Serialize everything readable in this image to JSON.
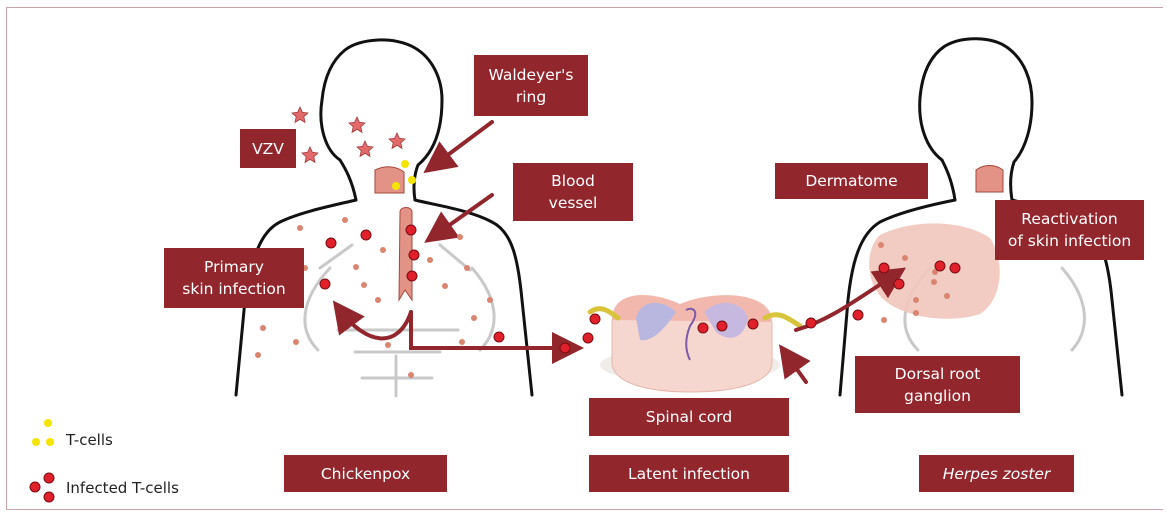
{
  "labels": {
    "waldeyers_ring": "Waldeyer's\nring",
    "vzv": "VZV",
    "blood_vessel": "Blood\nvessel",
    "dermatome": "Dermatome",
    "primary_skin_infection": "Primary\nskin infection",
    "reactivation": "Reactivation\nof skin infection",
    "dorsal_root_ganglion": "Dorsal root\nganglion",
    "spinal_cord": "Spinal cord",
    "chickenpox": "Chickenpox",
    "latent_infection": "Latent infection",
    "herpes_zoster": "Herpes zoster"
  },
  "legend": {
    "t_cells": "T-cells",
    "infected_t_cells": "Infected T-cells"
  },
  "colors": {
    "label_bg": "#92262d",
    "arrow": "#92262d",
    "t_cell": "#f4e500",
    "infected_t_cell": "#e0202a",
    "faint_cell": "#d9856f",
    "virus_star": "#e26a6a",
    "body_outline": "#111111",
    "dermatome_patch": "#f1c6bc",
    "vessel": "#e39385"
  }
}
